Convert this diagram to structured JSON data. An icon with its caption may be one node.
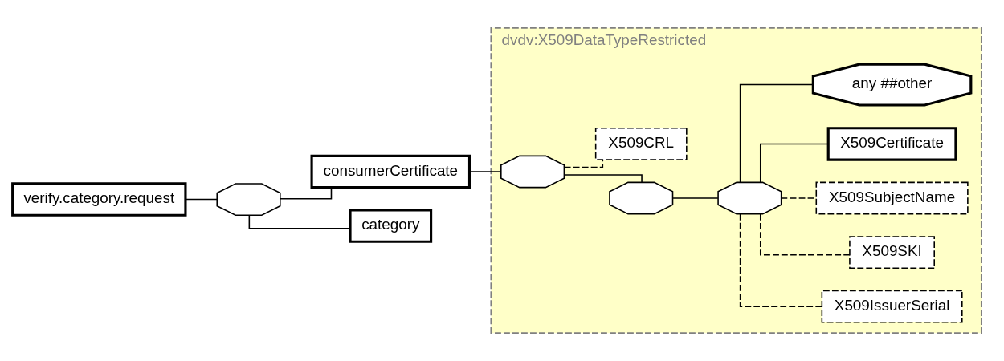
{
  "diagram": {
    "nodes": [
      {
        "text": [
          "verify.category.request"
        ]
      },
      {
        "text": [],
        "shape": "octagon"
      },
      {
        "text": [
          "consumerCertificate"
        ]
      },
      {
        "text": [
          "category"
        ]
      },
      {
        "text": [
          "dvdv:X509DataTypeRestricted"
        ]
      },
      {
        "text": [],
        "shape": "octagon",
        "in": 4
      },
      {
        "text": [],
        "shape": "octagon",
        "in": 4
      },
      {
        "text": [],
        "shape": "octagon",
        "in": 4
      },
      {
        "text": [
          "X509IssuerSerial"
        ],
        "in": 4
      },
      {
        "text": [
          "X509SKI"
        ],
        "in": 4
      },
      {
        "text": [
          "X509SubjectName"
        ],
        "in": 4
      },
      {
        "text": [
          "X509Certificate"
        ],
        "in": 4
      },
      {
        "text": [
          "any ##other"
        ],
        "in": 4
      },
      {
        "text": [
          "X509CRL"
        ],
        "in": 4
      }
    ],
    "edges": [
      {
        "from": 0,
        "to": 1,
        "arrow": "none"
      },
      {
        "from": 1,
        "to": 2,
        "arrow": "none"
      },
      {
        "from": 1,
        "to": 3,
        "arrow": "none"
      },
      {
        "from": 2,
        "to": 5,
        "arrow": "none"
      },
      {
        "from": 5,
        "to": 6,
        "arrow": "none"
      },
      {
        "from": 5,
        "to": 13,
        "arrow": "none",
        "style": "dashed"
      },
      {
        "from": 6,
        "to": 7,
        "arrow": "none"
      },
      {
        "from": 7,
        "to": 8,
        "arrow": "none",
        "style": "dashed"
      },
      {
        "from": 7,
        "to": 9,
        "arrow": "none",
        "style": "dashed"
      },
      {
        "from": 7,
        "to": 10,
        "arrow": "none",
        "style": "dashed"
      },
      {
        "from": 7,
        "to": 11,
        "arrow": "none"
      },
      {
        "from": 7,
        "to": 12,
        "arrow": "none"
      }
    ]
  }
}
